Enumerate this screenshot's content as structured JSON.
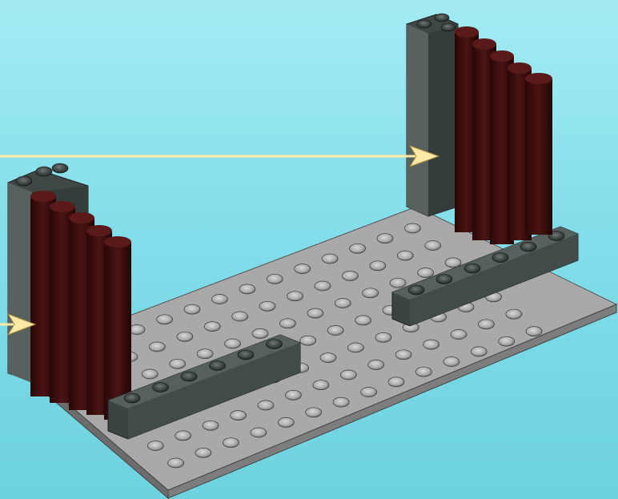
{
  "scene": {
    "background_top": "#9fe9f2",
    "background_bottom": "#6fd3e0",
    "plate_color": "#9a9a9a",
    "dark_brick_color": "#3e4745",
    "dark_red_color": "#3a0f0f",
    "arrow_color": "#ffe7a0"
  },
  "parts": {
    "base_plate": "grey-baseplate",
    "left_pillar": "dark-grey-pillar",
    "right_pillar": "dark-grey-pillar",
    "left_panel": "dark-red-round-bricks",
    "right_panel": "dark-red-round-bricks",
    "front_brick": "dark-grey-1x6-brick",
    "back_brick": "dark-grey-1x6-brick"
  }
}
